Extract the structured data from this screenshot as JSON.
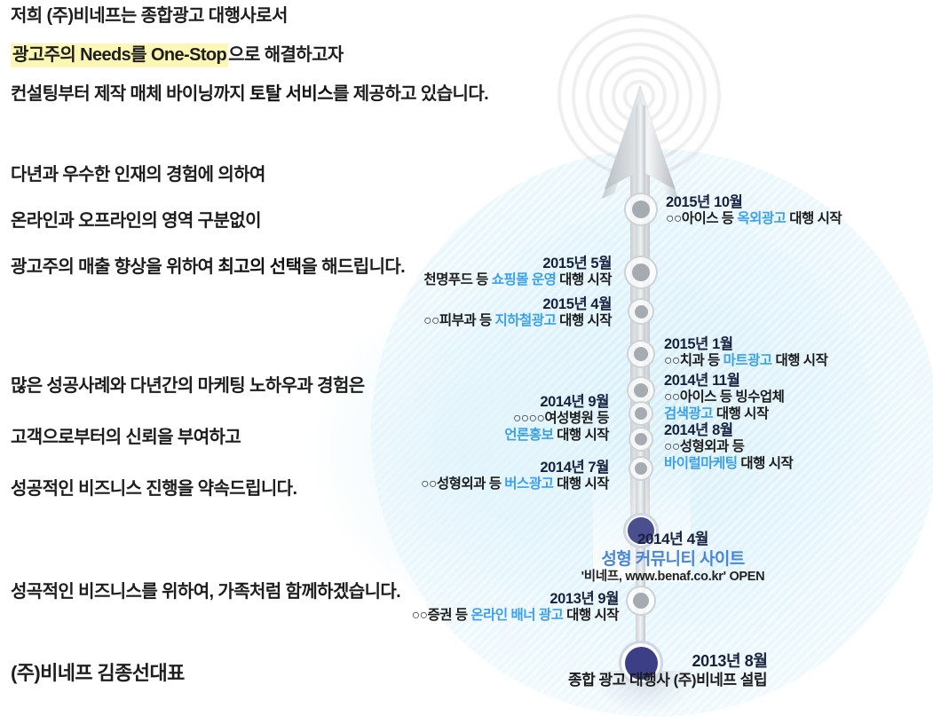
{
  "left_copy": {
    "block1": [
      {
        "segments": [
          {
            "text": "저희 (주)비네프는 종합광고 대행사로서",
            "style": "normal"
          }
        ]
      },
      {
        "segments": [
          {
            "text": "광고주의 Needs를 One-Stop",
            "style": "highlight"
          },
          {
            "text": "으로 해결하고자",
            "style": "normal"
          }
        ]
      },
      {
        "segments": [
          {
            "text": "컨설팅부터 제작 매체 바이닝까지 ",
            "style": "normal"
          },
          {
            "text": "토탈 서비스",
            "style": "emphasis"
          },
          {
            "text": "를 제공하고 있습니다.",
            "style": "normal"
          }
        ]
      }
    ],
    "block2": [
      {
        "segments": [
          {
            "text": "다년과 우수한 인재의 경험에 의하여",
            "style": "normal"
          }
        ]
      },
      {
        "segments": [
          {
            "text": "온라인과 오프라인의 영역 구분없이",
            "style": "normal"
          }
        ]
      },
      {
        "segments": [
          {
            "text": "광고주의 매출 향상을 위하여 ",
            "style": "normal"
          },
          {
            "text": "최고의 선택",
            "style": "emphasis"
          },
          {
            "text": "을 해드립니다.",
            "style": "normal"
          }
        ]
      }
    ],
    "block3": [
      {
        "segments": [
          {
            "text": "많은 성공사례와 다년간의 마케팅 노하우과 경험은",
            "style": "normal"
          }
        ]
      },
      {
        "segments": [
          {
            "text": "고객으로부터의 신뢰을 부여하고",
            "style": "normal"
          }
        ]
      },
      {
        "segments": [
          {
            "text": "성공적인 비즈니스 진행을 약속드립니다.",
            "style": "normal"
          }
        ]
      }
    ],
    "block4": [
      {
        "segments": [
          {
            "text": "성곡적인 비즈니스를 위하여, 가족처럼 함께하겠습니다.",
            "style": "normal"
          }
        ]
      }
    ],
    "signature": "(주)비네프 김종선대표"
  },
  "timeline": {
    "entries": [
      {
        "id": "2015-10",
        "side": "right",
        "date": "2015년 10월",
        "desc_prefix": "○○아이스 등 ",
        "desc_accent": "옥외광고",
        "desc_suffix": " 대행 시작",
        "node": "gray-lg"
      },
      {
        "id": "2015-05",
        "side": "left",
        "date": "2015년 5월",
        "desc_prefix": "천명푸드 등 ",
        "desc_accent": "쇼핑몰 운영",
        "desc_suffix": " 대행 시작",
        "node": "gray-lg"
      },
      {
        "id": "2015-04",
        "side": "left",
        "date": "2015년 4월",
        "desc_prefix": "○○피부과 등 ",
        "desc_accent": "지하철광고",
        "desc_suffix": " 대행 시작",
        "node": "gray-md"
      },
      {
        "id": "2015-01",
        "side": "right",
        "date": "2015년 1월",
        "desc_prefix": "○○치과 등 ",
        "desc_accent": "마트광고",
        "desc_suffix": " 대행 시작",
        "node": "gray-md"
      },
      {
        "id": "2014-11",
        "side": "right",
        "date": "2014년 11월",
        "desc_line1": "○○아이스 등 빙수업체",
        "desc_accent": "검색광고",
        "desc_suffix": " 대행 시작",
        "node": "gray-md"
      },
      {
        "id": "2014-09",
        "side": "left",
        "date": "2014년 9월",
        "desc_line1": "○○○○여성병원 등",
        "desc_accent": "언론홍보",
        "desc_suffix": " 대행 시작",
        "node": "gray-sm"
      },
      {
        "id": "2014-08",
        "side": "right",
        "date": "2014년 8월",
        "desc_line1": "○○성형외과 등",
        "desc_accent": "바이럴마케팅",
        "desc_suffix": " 대행 시작",
        "node": "gray-sm"
      },
      {
        "id": "2014-07",
        "side": "left",
        "date": "2014년 7월",
        "desc_prefix": "○○성형외과 등 ",
        "desc_accent": "버스광고",
        "desc_suffix": " 대행 시작",
        "node": "gray-sm"
      },
      {
        "id": "2014-04",
        "side": "center",
        "date": "2014년 4월",
        "main": "성형 커뮤니티 사이트",
        "sub": "'비네프, www.benaf.co.kr' OPEN",
        "node": "accent-lg"
      },
      {
        "id": "2013-09",
        "side": "left",
        "date": "2013년 9월",
        "desc_prefix": "○○증권 등 ",
        "desc_accent": "온라인 배너 광고",
        "desc_suffix": " 대행 시작",
        "node": "gray-lg"
      },
      {
        "id": "2013-08",
        "side": "bottom",
        "date": "2013년 8월",
        "desc": "종합 광고 대행사 (주)비네프 설립",
        "node": "accent-xl"
      }
    ]
  },
  "graphics": {
    "arrow_icon": "up-arrow-icon",
    "radar_icon": "radar-rings-icon",
    "axis_icon": "timeline-axis"
  },
  "colors": {
    "highlight": "#fdf7b5",
    "accent_blue": "#3aa0ee",
    "featured_blue": "#4a86d8",
    "node_accent": "#4c4f8f",
    "node_accent_dark": "#3c3f86",
    "text_dark": "#1d1d1d",
    "date_navy": "#16213f",
    "bg_light_blue": "#e2f4fb"
  }
}
